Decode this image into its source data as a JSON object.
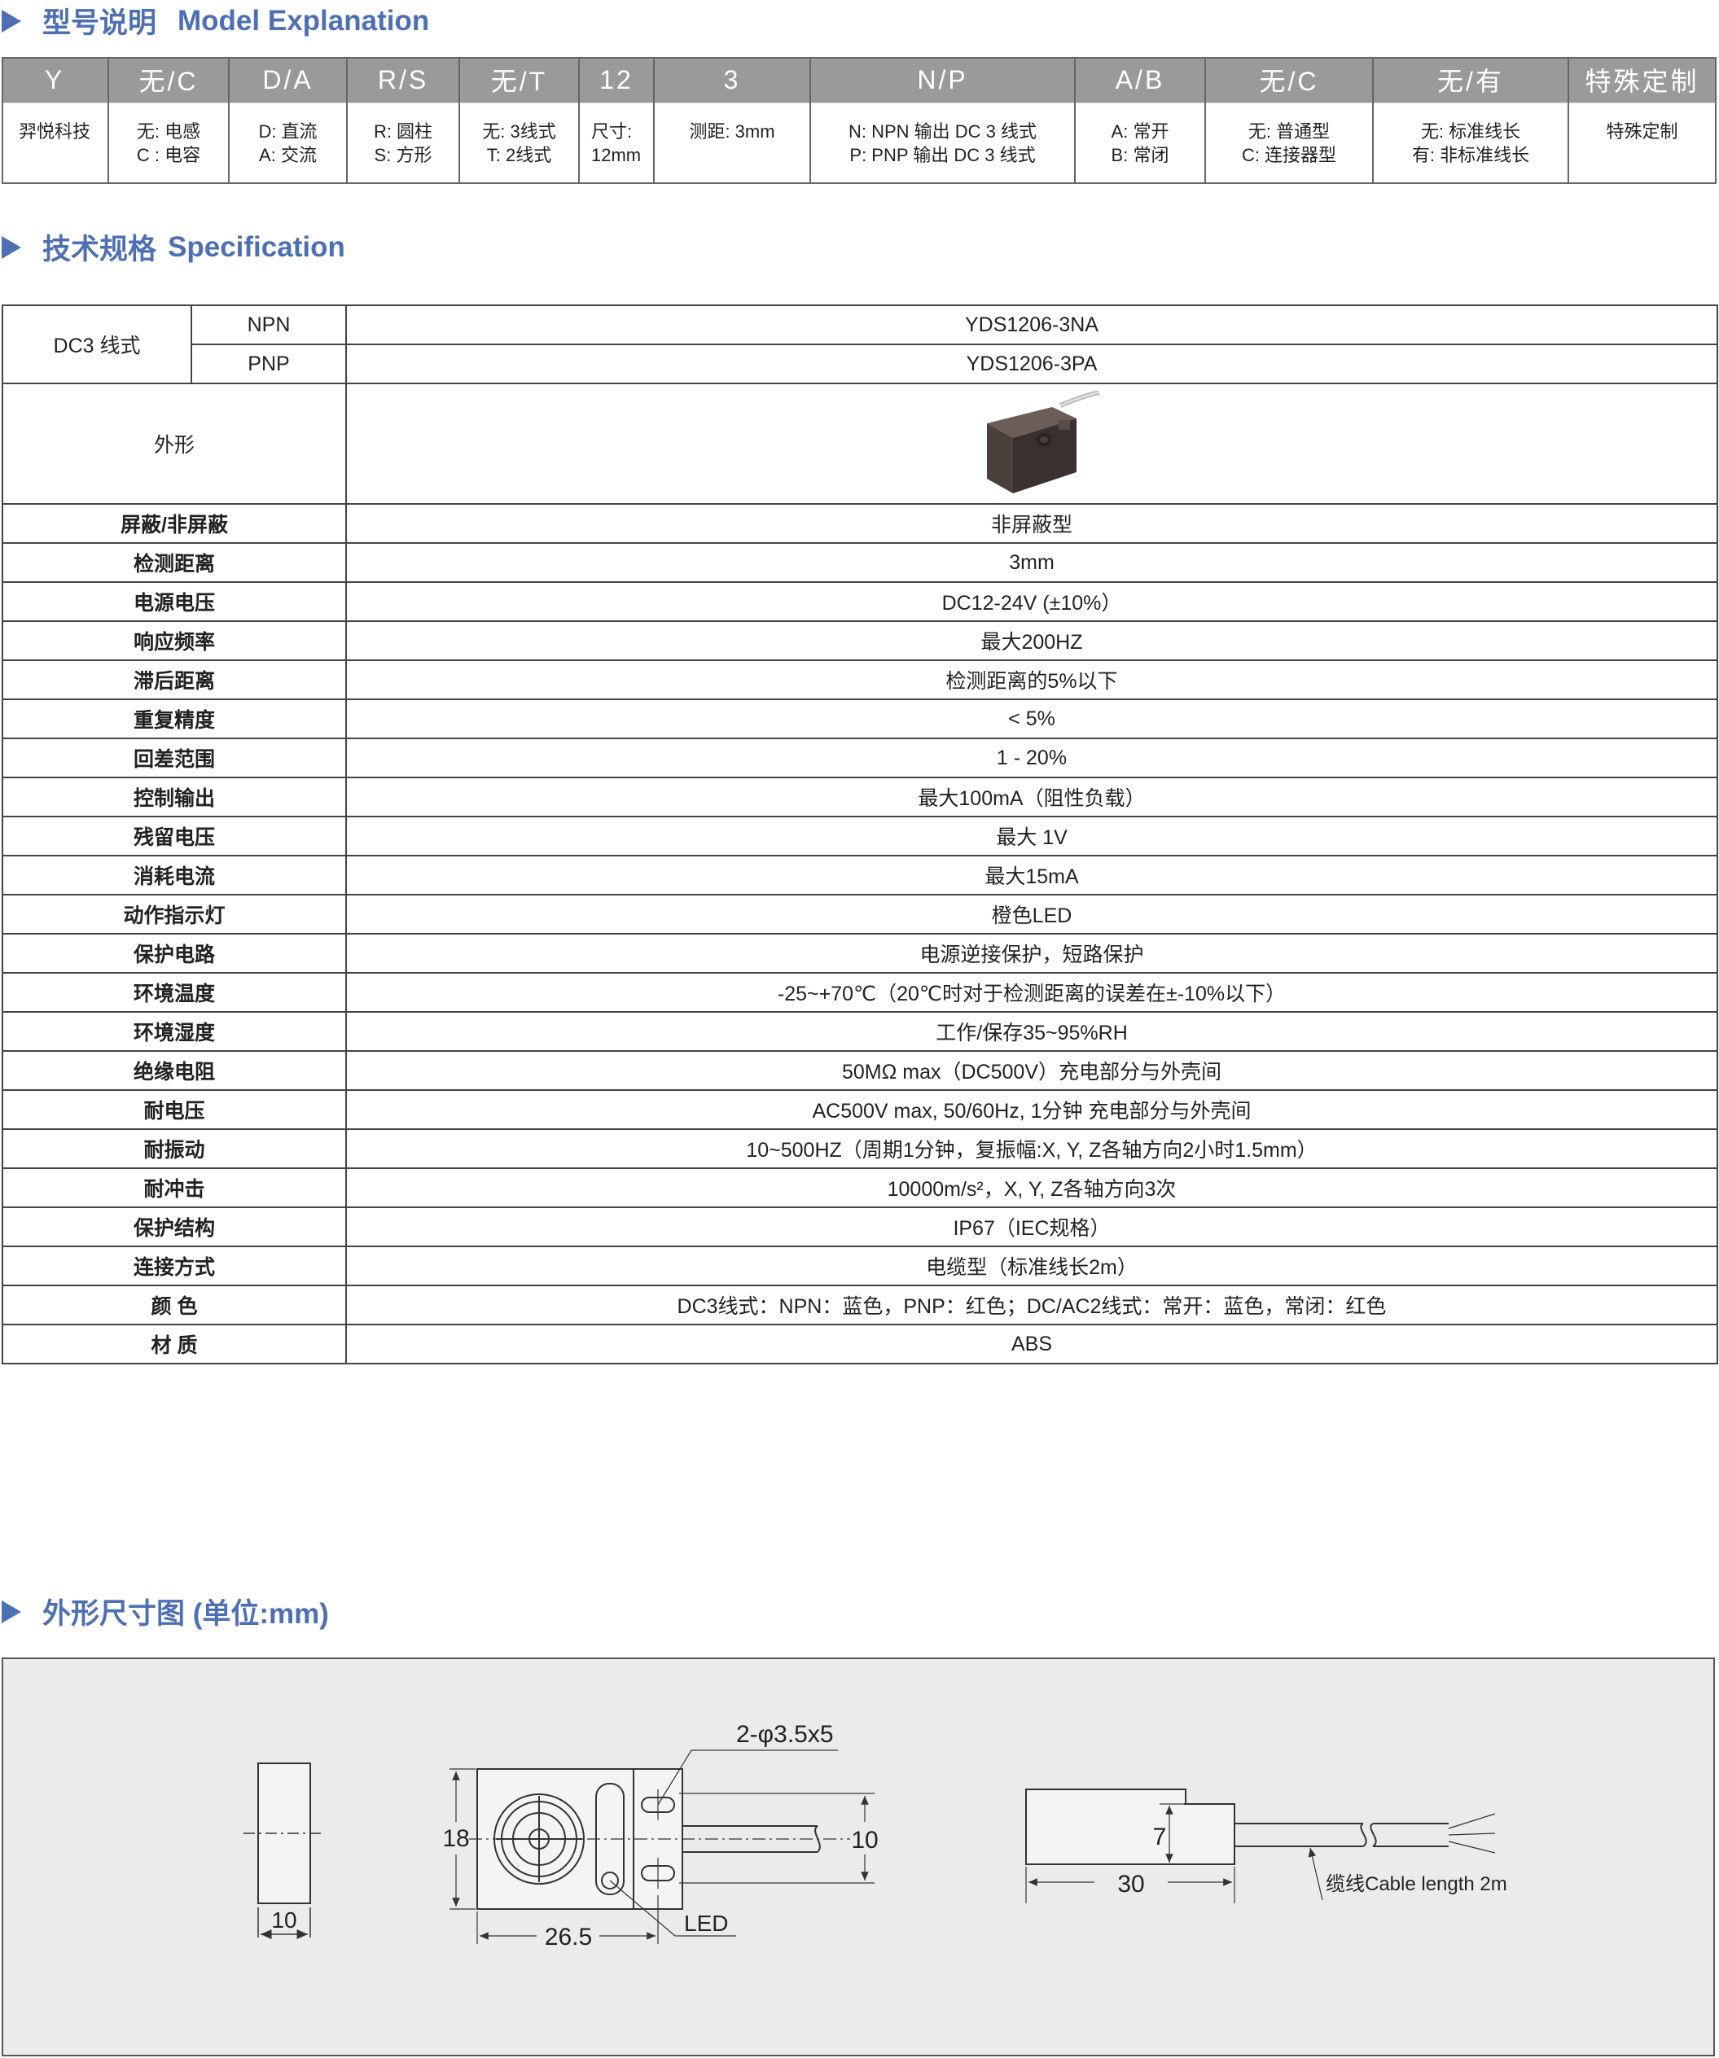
{
  "sections": {
    "model": {
      "cn": "型号说明",
      "en": "Model Explanation"
    },
    "spec": {
      "cn": "技术规格",
      "en": "Specification"
    },
    "dims": {
      "cn": "外形尺寸图 (单位:mm)"
    }
  },
  "model_table": {
    "columns": [
      {
        "head": "Y",
        "lines": [
          "羿悦科技"
        ]
      },
      {
        "head": "无/C",
        "lines": [
          "无: 电感",
          "C : 电容"
        ]
      },
      {
        "head": "D/A",
        "lines": [
          "D: 直流",
          "A: 交流"
        ]
      },
      {
        "head": "R/S",
        "lines": [
          "R: 圆柱",
          "S: 方形"
        ]
      },
      {
        "head": "无/T",
        "lines": [
          "无: 3线式",
          "T: 2线式"
        ]
      },
      {
        "head": "12",
        "lines": [
          "尺寸:",
          "12mm"
        ]
      },
      {
        "head": "3",
        "lines": [
          "测距: 3mm"
        ]
      },
      {
        "head": "N/P",
        "lines": [
          "N: NPN 输出 DC 3 线式",
          "P: PNP 输出 DC 3 线式"
        ]
      },
      {
        "head": "A/B",
        "lines": [
          "A: 常开",
          "B: 常闭"
        ]
      },
      {
        "head": "无/C",
        "lines": [
          "无: 普通型",
          "C: 连接器型"
        ]
      },
      {
        "head": "无/有",
        "lines": [
          "无: 标准线长",
          "有: 非标准线长"
        ]
      },
      {
        "head": "特殊定制",
        "lines": [
          "特殊定制"
        ]
      }
    ]
  },
  "spec_table": {
    "dc3_label": "DC3 线式",
    "npn_label": "NPN",
    "npn_model": "YDS1206-3NA",
    "pnp_label": "PNP",
    "pnp_model": "YDS1206-3PA",
    "shape_label": "外形",
    "rows": [
      {
        "label": "屏蔽/非屏蔽",
        "value": "非屏蔽型"
      },
      {
        "label": "检测距离",
        "value": "3mm"
      },
      {
        "label": "电源电压",
        "value": "DC12-24V (±10%）"
      },
      {
        "label": "响应频率",
        "value": "最大200HZ"
      },
      {
        "label": "滞后距离",
        "value": "检测距离的5%以下"
      },
      {
        "label": "重复精度",
        "value": "< 5%"
      },
      {
        "label": "回差范围",
        "value": "1 - 20%"
      },
      {
        "label": "控制输出",
        "value": "最大100mA（阻性负载）"
      },
      {
        "label": "残留电压",
        "value": "最大 1V"
      },
      {
        "label": "消耗电流",
        "value": "最大15mA"
      },
      {
        "label": "动作指示灯",
        "value": "橙色LED"
      },
      {
        "label": "保护电路",
        "value": "电源逆接保护，短路保护"
      },
      {
        "label": "环境温度",
        "value": "-25~+70℃（20℃时对于检测距离的误差在±-10%以下）"
      },
      {
        "label": "环境湿度",
        "value": "工作/保存35~95%RH"
      },
      {
        "label": "绝缘电阻",
        "value": "50MΩ max（DC500V）充电部分与外壳间"
      },
      {
        "label": "耐电压",
        "value": "AC500V max, 50/60Hz, 1分钟 充电部分与外壳间"
      },
      {
        "label": "耐振动",
        "value": "10~500HZ（周期1分钟，复振幅:X, Y, Z各轴方向2小时1.5mm）"
      },
      {
        "label": "耐冲击",
        "value": "10000m/s²，X, Y, Z各轴方向3次"
      },
      {
        "label": "保护结构",
        "value": "IP67（IEC规格）"
      },
      {
        "label": "连接方式",
        "value": "电缆型（标准线长2m）"
      },
      {
        "label": "颜 色",
        "value": "DC3线式：NPN：蓝色，PNP：红色；DC/AC2线式：常开：蓝色，常闭：红色"
      },
      {
        "label": "材 质",
        "value": "ABS"
      }
    ]
  },
  "dimensions": {
    "side_width": "10",
    "front_height": "18",
    "front_length": "26.5",
    "cable_dia": "10",
    "holes": "2-φ3.5x5",
    "led": "LED",
    "top_step": "7",
    "top_length": "30",
    "cable_note": "缆线Cable length 2m"
  },
  "colors": {
    "accent": "#4d6fb3",
    "header_gray": "#9a9a9a",
    "panel_bg": "#ebebeb"
  }
}
